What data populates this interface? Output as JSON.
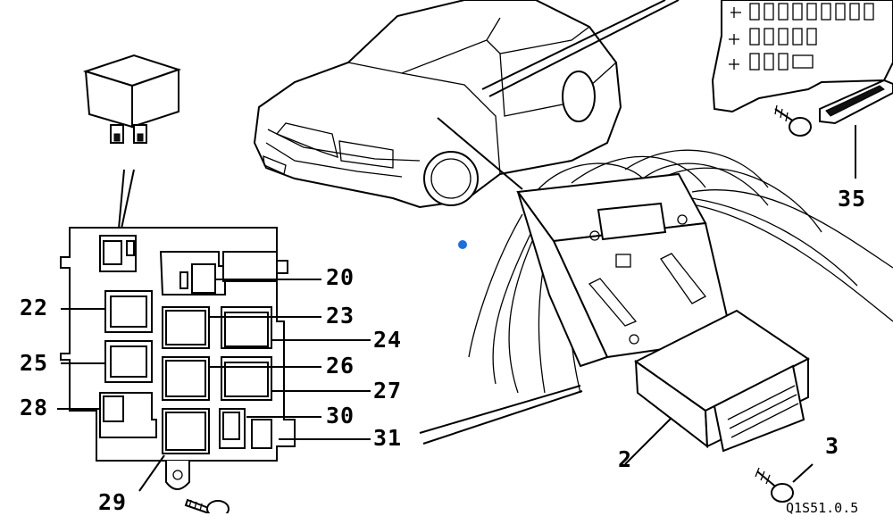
{
  "diagram": {
    "callouts": {
      "c20": "20",
      "c22": "22",
      "c23": "23",
      "c24": "24",
      "c25": "25",
      "c26": "26",
      "c27": "27",
      "c28": "28",
      "c29": "29",
      "c30": "30",
      "c31": "31",
      "c2": "2",
      "c3": "3",
      "c35": "35"
    },
    "reference_code": "Q1S51.0.5",
    "marker_color": "#1e6fdc"
  }
}
